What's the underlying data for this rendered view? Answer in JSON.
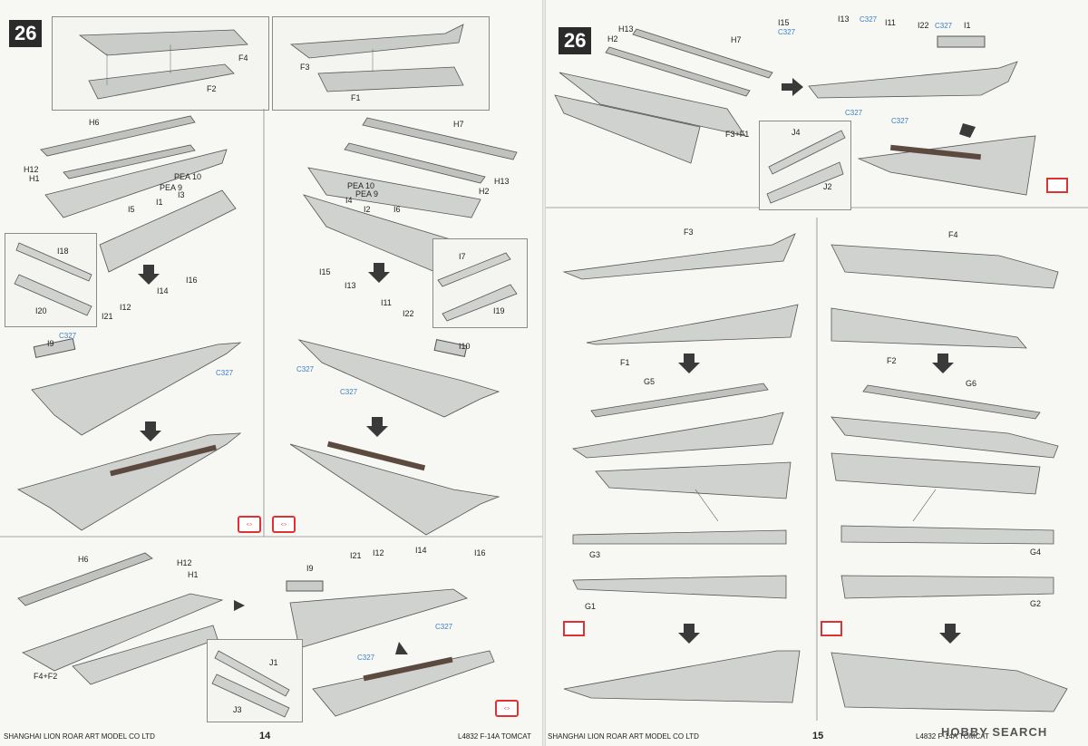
{
  "left_page": {
    "step": "26",
    "page_number": "14",
    "footer_left": "SHANGHAI LION ROAR ART MODEL CO LTD",
    "footer_right": "L4832  F-14A  TOMCAT",
    "top_left_parts": [
      "F4",
      "F2"
    ],
    "top_right_parts": [
      "F3",
      "F1"
    ],
    "left_column_parts": [
      "H6",
      "H12",
      "H1",
      "PEA 10",
      "PEA 9",
      "I3",
      "I5",
      "I1"
    ],
    "right_column_parts": [
      "H7",
      "H13",
      "H2",
      "PEA 10",
      "PEA 9",
      "I4",
      "I2",
      "I6"
    ],
    "inset_left": [
      "I18",
      "I20"
    ],
    "inset_right": [
      "I7",
      "I19"
    ],
    "pylon_left": [
      "I16",
      "I14",
      "I12",
      "I21",
      "I9"
    ],
    "pylon_right": [
      "I15",
      "I13",
      "I11",
      "I22",
      "I10"
    ],
    "bottom_parts": [
      "H6",
      "H12",
      "H1",
      "F4+F2",
      "J1",
      "J3",
      "I9",
      "I21",
      "I12",
      "I14",
      "I16"
    ],
    "paint_code": "C327"
  },
  "right_page": {
    "step": "26",
    "page_number": "15",
    "footer_left": "SHANGHAI LION ROAR ART MODEL CO LTD",
    "footer_right": "L4832  F-14A  TOMCAT",
    "top_parts": [
      "H13",
      "H2",
      "H7",
      "F3+F1",
      "J4",
      "J2"
    ],
    "top_pylons": [
      "I15",
      "I13",
      "I11",
      "I22",
      "I1"
    ],
    "wing_left": [
      "F3",
      "F1",
      "G5",
      "G3",
      "G1"
    ],
    "wing_right": [
      "F4",
      "F2",
      "G6",
      "G4",
      "G2"
    ],
    "paint_code": "C327",
    "flip_icon": "⇔",
    "watermark": "HOBBY SEARCH"
  }
}
